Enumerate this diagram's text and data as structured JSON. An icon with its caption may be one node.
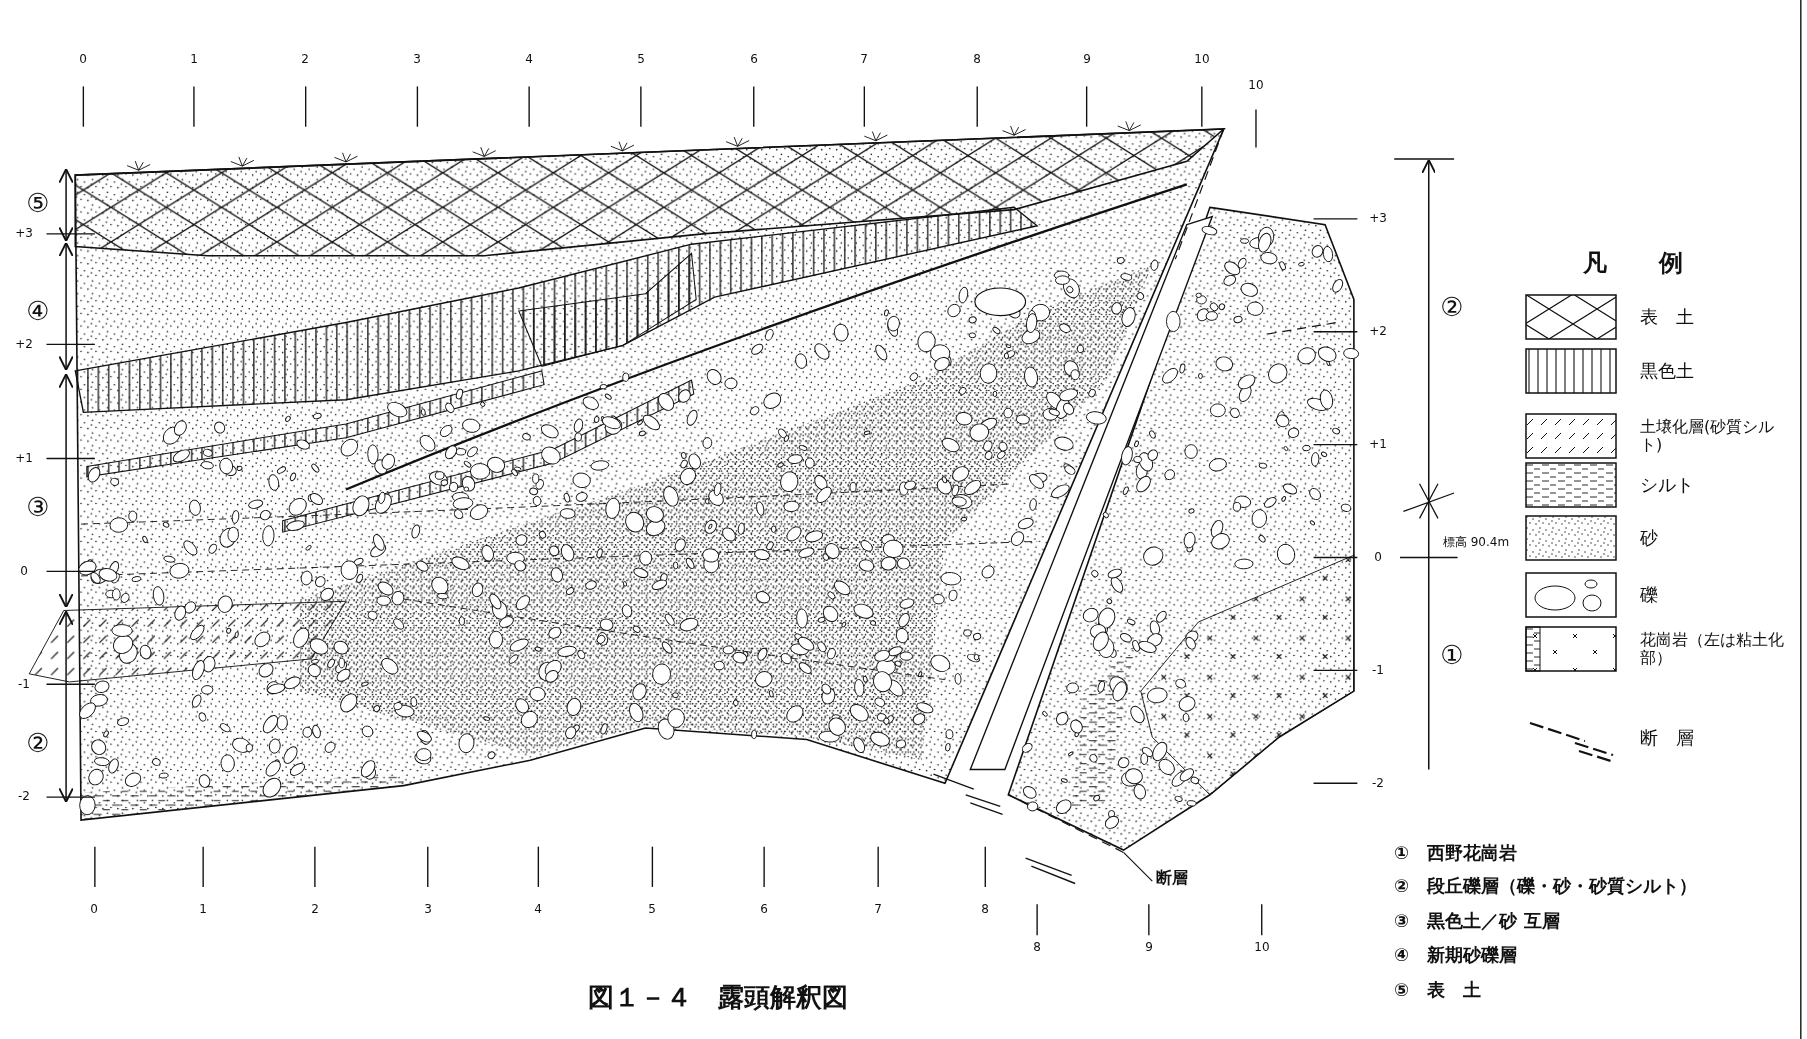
{
  "diagram": {
    "caption": "図１－４　露頭解釈図",
    "labels": [
      "0",
      "1",
      "2",
      "3",
      "4",
      "5",
      "6",
      "7",
      "8",
      "9",
      "10",
      "10",
      "⑤",
      "+3",
      "④",
      "+2",
      "③",
      "+1",
      "0",
      "-1",
      "②",
      "-2",
      "+3",
      "+2",
      "+1",
      "0",
      "-1",
      "-2",
      "②",
      "①",
      "標高 90.4m",
      "凡　例",
      "断層",
      "0",
      "1",
      "2",
      "3",
      "4",
      "5",
      "6",
      "7",
      "8",
      "8",
      "9",
      "10",
      "①　西野花崗岩",
      "②　段丘礫層（礫・砂・砂質シルト）",
      "③　黒色土／砂 互層",
      "④　新期砂礫層",
      "⑤　表　土"
    ],
    "legend": [
      {
        "text": "表　土"
      },
      {
        "text": "黒色土"
      },
      {
        "text": "土壌化層(砂質シルト)"
      },
      {
        "text": "シルト"
      },
      {
        "text": "砂"
      },
      {
        "text": "礫"
      },
      {
        "text": "花崗岩（左は粘土化部）"
      },
      {
        "text": "断　層"
      }
    ]
  }
}
